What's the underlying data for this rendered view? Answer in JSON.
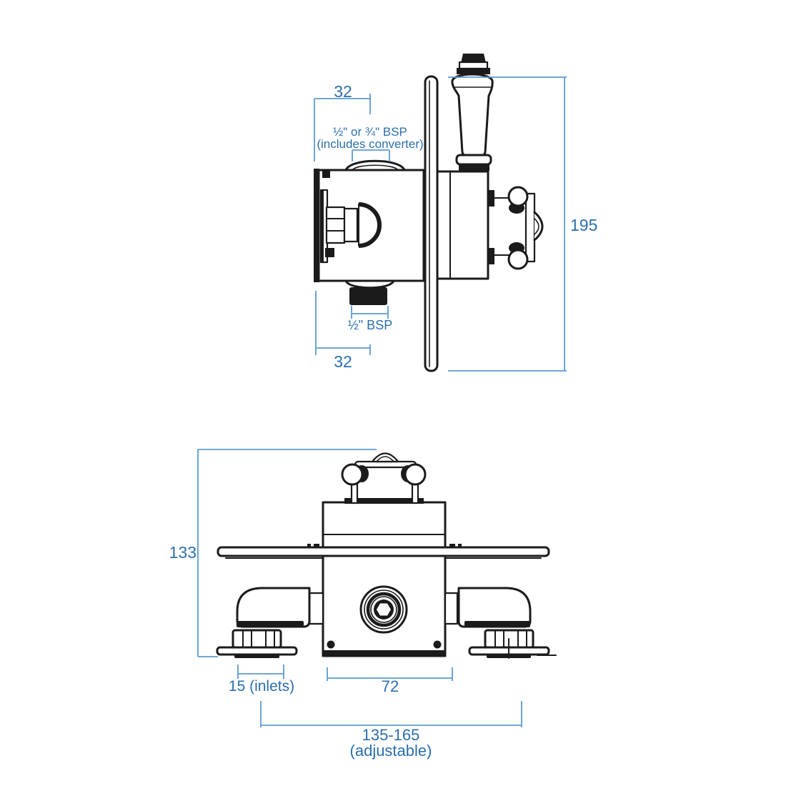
{
  "drawing": {
    "type": "dimension-diagram",
    "subject": "exposed thermostatic shower valve, side and front elevations",
    "colors": {
      "line_art": "#1b1b1b",
      "dimension_line": "#5b9bd0",
      "dimension_text": "#2b6fad",
      "background": "#ffffff"
    }
  },
  "side_view": {
    "top_width": "32",
    "inlet_thread": "½\" or ¾\" BSP",
    "inlet_thread_note": "(includes converter)",
    "overall_height": "195",
    "outlet_thread": "½\" BSP",
    "bottom_width": "32"
  },
  "front_view": {
    "overall_height": "133",
    "inlet_offset": "15 (inlets)",
    "body_width": "72",
    "inlet_centres": "135-165",
    "inlet_centres_note": "(adjustable)"
  }
}
